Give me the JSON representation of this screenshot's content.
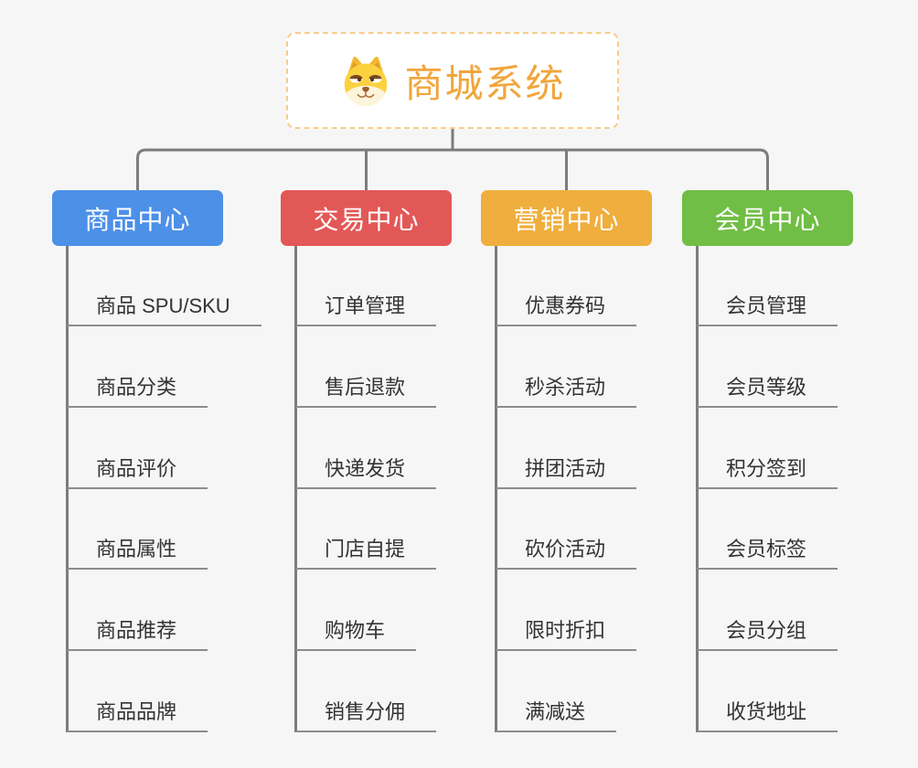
{
  "root": {
    "title": "商城系统",
    "icon": "shiba-dog-icon",
    "title_color": "#f0a63c",
    "border_color": "#f6cd8c"
  },
  "connector_color": "#7c7c7c",
  "underline_color": "#8c8c8c",
  "background_color": "#f6f6f6",
  "branches": [
    {
      "label": "商品中心",
      "color": "#4d90e8",
      "children": [
        "商品 SPU/SKU",
        "商品分类",
        "商品评价",
        "商品属性",
        "商品推荐",
        "商品品牌"
      ]
    },
    {
      "label": "交易中心",
      "color": "#e25857",
      "children": [
        "订单管理",
        "售后退款",
        "快递发货",
        "门店自提",
        "购物车",
        "销售分佣"
      ]
    },
    {
      "label": "营销中心",
      "color": "#efae3d",
      "children": [
        "优惠券码",
        "秒杀活动",
        "拼团活动",
        "砍价活动",
        "限时折扣",
        "满减送"
      ]
    },
    {
      "label": "会员中心",
      "color": "#70be45",
      "children": [
        "会员管理",
        "会员等级",
        "积分签到",
        "会员标签",
        "会员分组",
        "收货地址"
      ]
    }
  ]
}
